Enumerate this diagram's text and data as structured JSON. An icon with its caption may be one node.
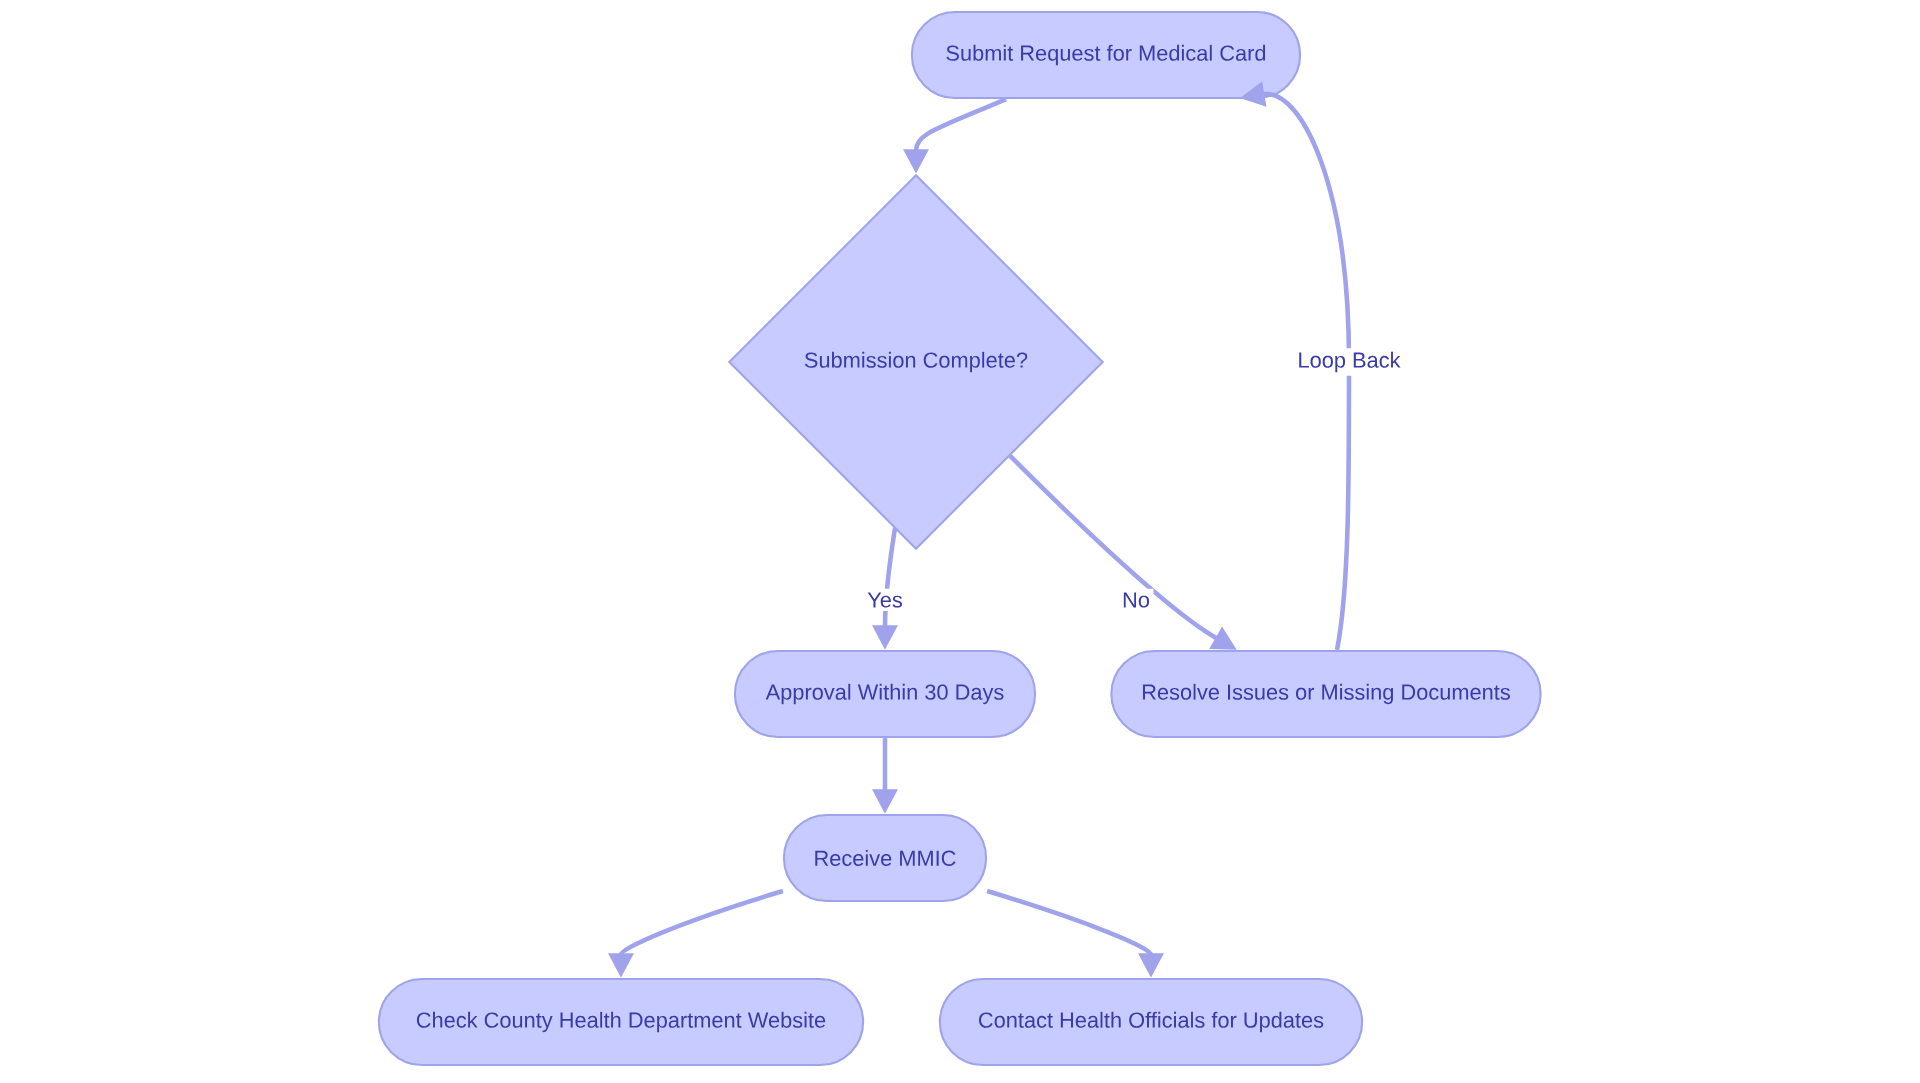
{
  "diagram": {
    "nodes": [
      {
        "text": [
          "Submit Request for Medical Card"
        ]
      },
      {
        "text": [
          "Submission Complete?"
        ]
      },
      {
        "text": [
          "Approval Within 30 Days"
        ]
      },
      {
        "text": [
          "Resolve Issues or Missing Documents"
        ]
      },
      {
        "text": [
          "Receive MMIC"
        ]
      },
      {
        "text": [
          "Check County Health Department Website"
        ]
      },
      {
        "text": [
          "Contact Health Officials for Updates"
        ]
      }
    ],
    "edges": [
      {
        "from": 0,
        "to": 1,
        "arrow": "to"
      },
      {
        "from": 1,
        "to": 2,
        "arrow": "to",
        "label": "Yes"
      },
      {
        "from": 1,
        "to": 3,
        "arrow": "to",
        "label": "No"
      },
      {
        "from": 3,
        "to": 0,
        "arrow": "to",
        "label": "Loop Back"
      },
      {
        "from": 2,
        "to": 4,
        "arrow": "to"
      },
      {
        "from": 4,
        "to": 5,
        "arrow": "to"
      },
      {
        "from": 4,
        "to": 6,
        "arrow": "to"
      }
    ]
  }
}
